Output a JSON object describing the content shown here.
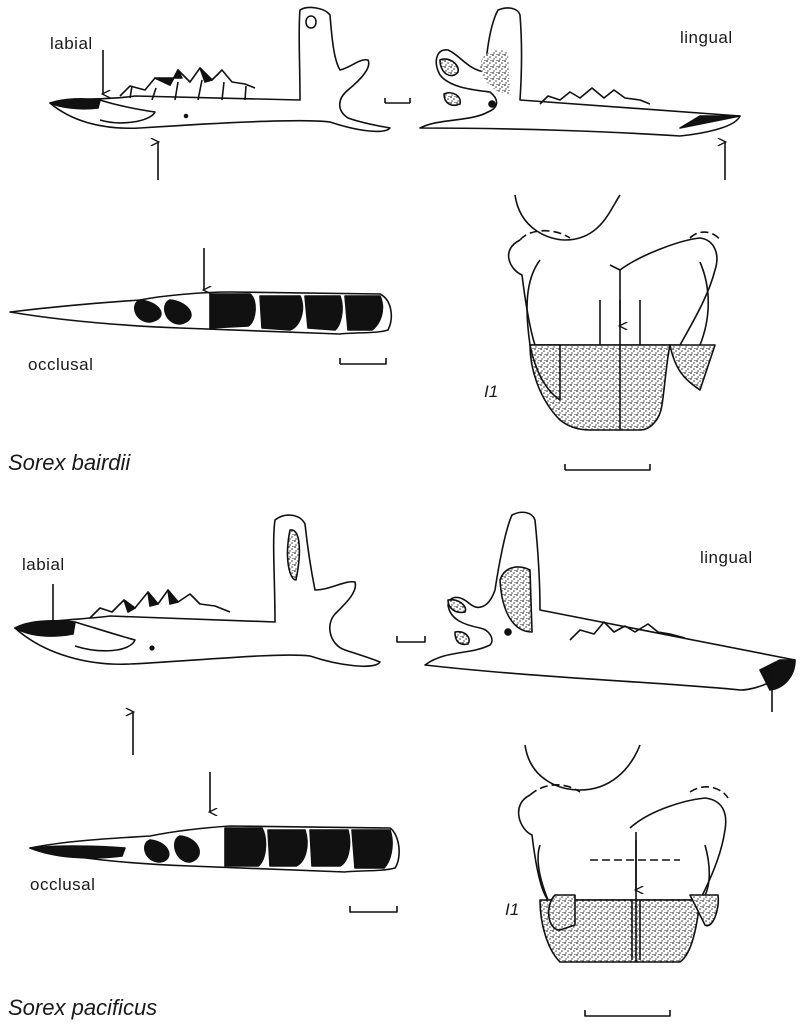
{
  "figure": {
    "panels": [
      {
        "species": "Sorex bairdii",
        "labels": {
          "labial": "labial",
          "lingual": "lingual",
          "occlusal": "occlusal",
          "incisor": "I1"
        }
      },
      {
        "species": "Sorex pacificus",
        "labels": {
          "labial": "labial",
          "lingual": "lingual",
          "occlusal": "occlusal",
          "incisor": "I1"
        }
      }
    ]
  }
}
